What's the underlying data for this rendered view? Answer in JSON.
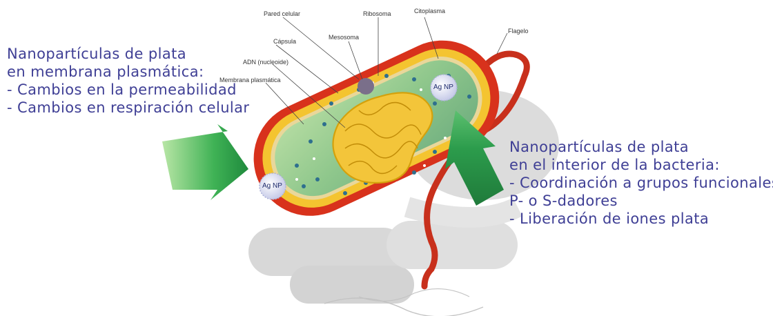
{
  "left_text": {
    "line1": "Nanopartículas de plata",
    "line2": "en membrana plasmática:",
    "line3": "- Cambios en la permeabilidad",
    "line4": "- Cambios en respiración celular"
  },
  "right_text": {
    "line1": "Nanopartículas de plata",
    "line2": "en el interior de la bacteria:",
    "line3": "- Coordinación a grupos funcionales",
    "line4": "P- o S-dadores",
    "line5": "- Liberación de iones plata"
  },
  "labels": {
    "pared": "Pared celular",
    "ribosoma": "Ribosoma",
    "citoplasma": "Citoplasma",
    "flagelo": "Flagelo",
    "capsula": "Cápsula",
    "mesosoma": "Mesosoma",
    "adn": "ADN (nucleoide)",
    "membrana": "Membrana plasmática"
  },
  "agnp": {
    "interior": "Ag NP",
    "membrana": "Ag NP"
  },
  "colors": {
    "text": "#3f3f95",
    "arrow_green": "#2fa84a",
    "capsule_red": "#d8321c",
    "wall_yellow": "#f4c430",
    "cytoplasm": "#9fcf8d"
  }
}
